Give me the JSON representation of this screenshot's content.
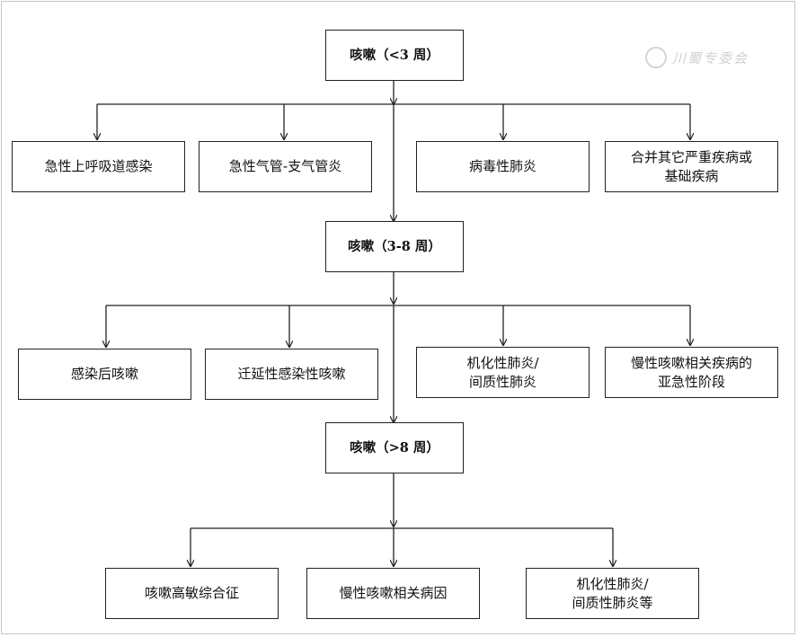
{
  "stages": [
    {
      "label": "咳嗽（<3 周）"
    },
    {
      "label": "咳嗽（3-8 周）"
    },
    {
      "label": "咳嗽（>8 周）"
    }
  ],
  "acute": [
    {
      "label": "急性上呼吸道感染"
    },
    {
      "label": "急性气管-支气管炎"
    },
    {
      "label": "病毒性肺炎"
    },
    {
      "line1": "合并其它严重疾病或",
      "line2": "基础疾病"
    }
  ],
  "subacute": [
    {
      "label": "感染后咳嗽"
    },
    {
      "label": "迁延性感染性咳嗽"
    },
    {
      "line1": "机化性肺炎/",
      "line2": "间质性肺炎"
    },
    {
      "line1": "慢性咳嗽相关疾病的",
      "line2": "亚急性阶段"
    }
  ],
  "chronic": [
    {
      "label": "咳嗽高敏综合征"
    },
    {
      "label": "慢性咳嗽相关病因"
    },
    {
      "line1": "机化性肺炎/",
      "line2": "间质性肺炎等"
    }
  ],
  "watermark": {
    "text": "川蜀专委会"
  }
}
